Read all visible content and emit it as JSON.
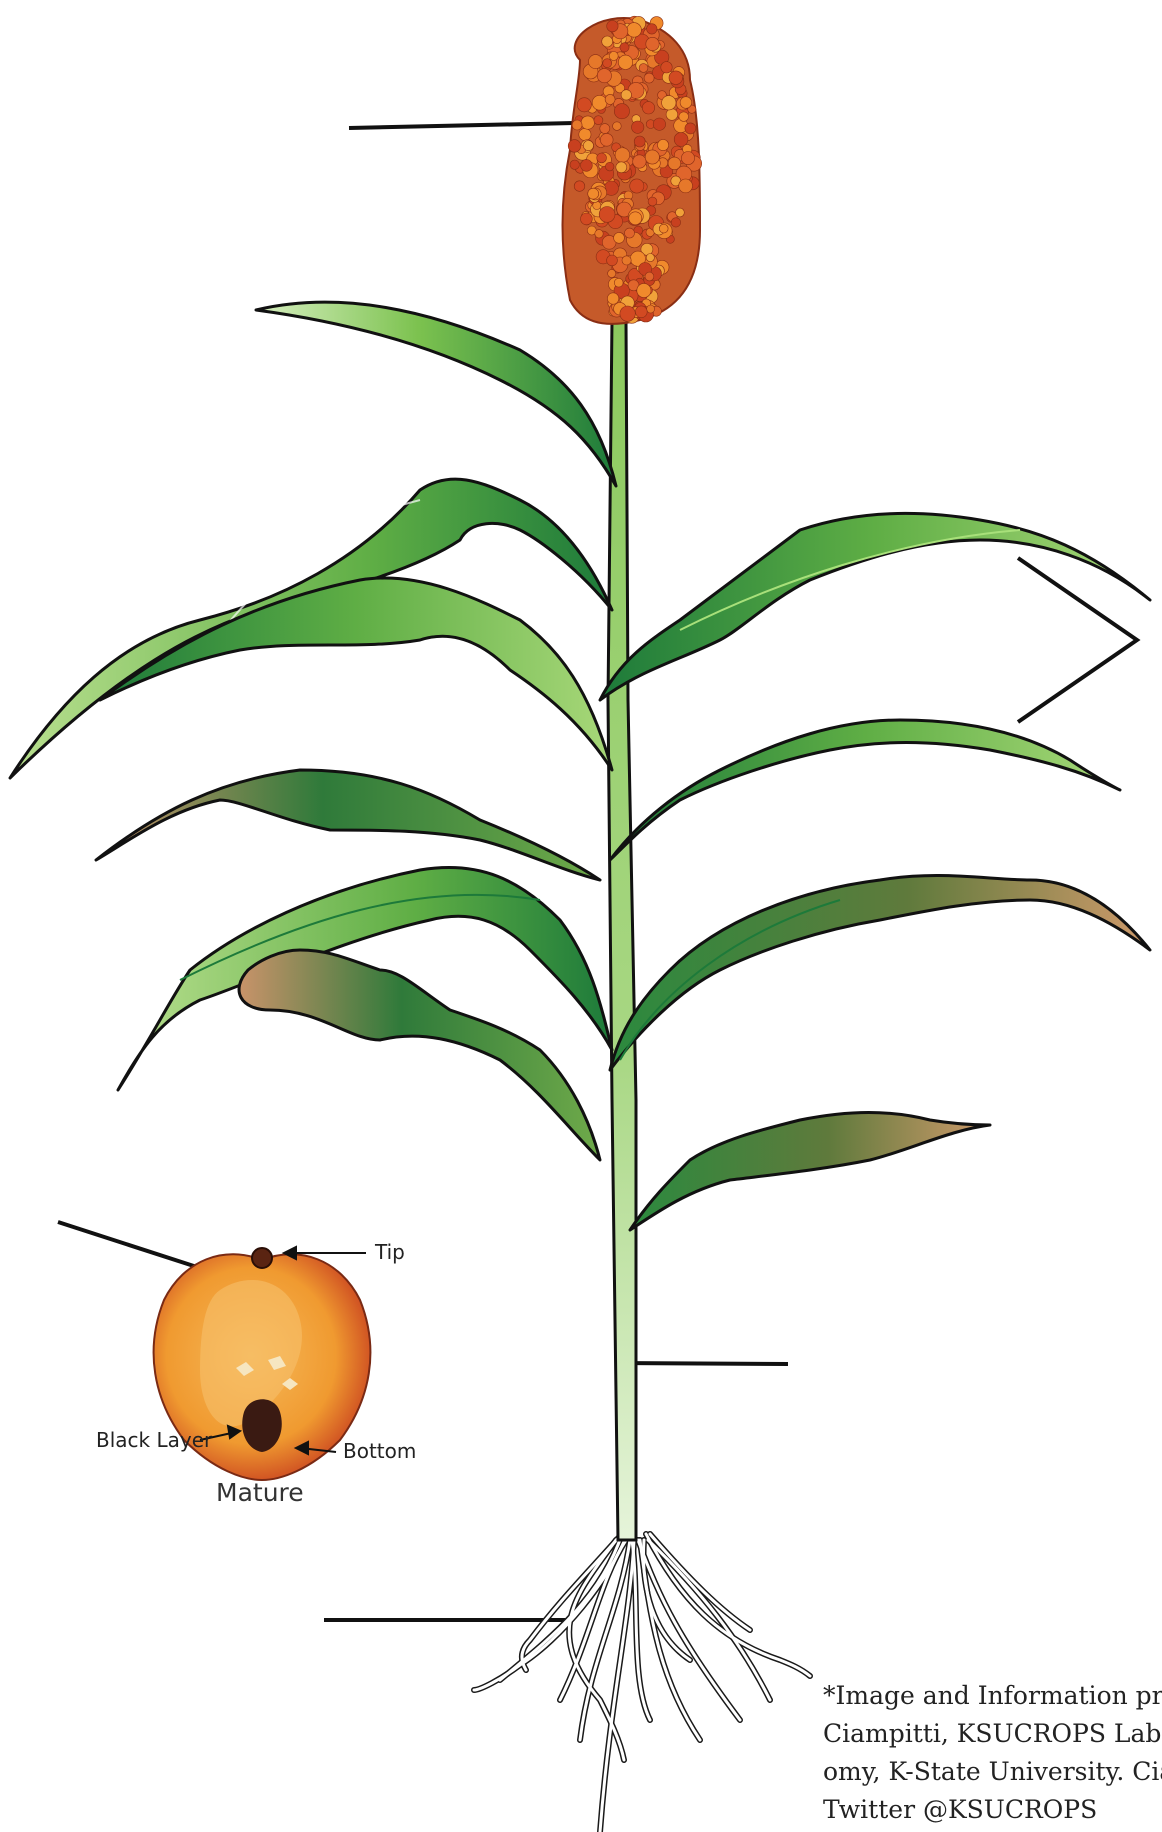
{
  "labels": {
    "tip": "Tip",
    "black_layer": "Black Layer",
    "bottom": "Bottom",
    "stage": "Mature"
  },
  "credit": {
    "line1": "*Image and Information prov",
    "line2": "Ciampitti, KSUCROPS Lab, I",
    "line3": "omy, K-State University. Ciar",
    "line4": "Twitter @KSUCROPS"
  },
  "colors": {
    "leaf_dark": "#1e7a3a",
    "leaf_light": "#9fd46a",
    "stem": "#b6dc94",
    "panicle": "#d9552a",
    "grain_orange": "#f0a23a",
    "grain_red": "#c43e22",
    "black_layer": "#3a1a12",
    "senescent": "#c79a6a",
    "root": "#ffffff"
  }
}
